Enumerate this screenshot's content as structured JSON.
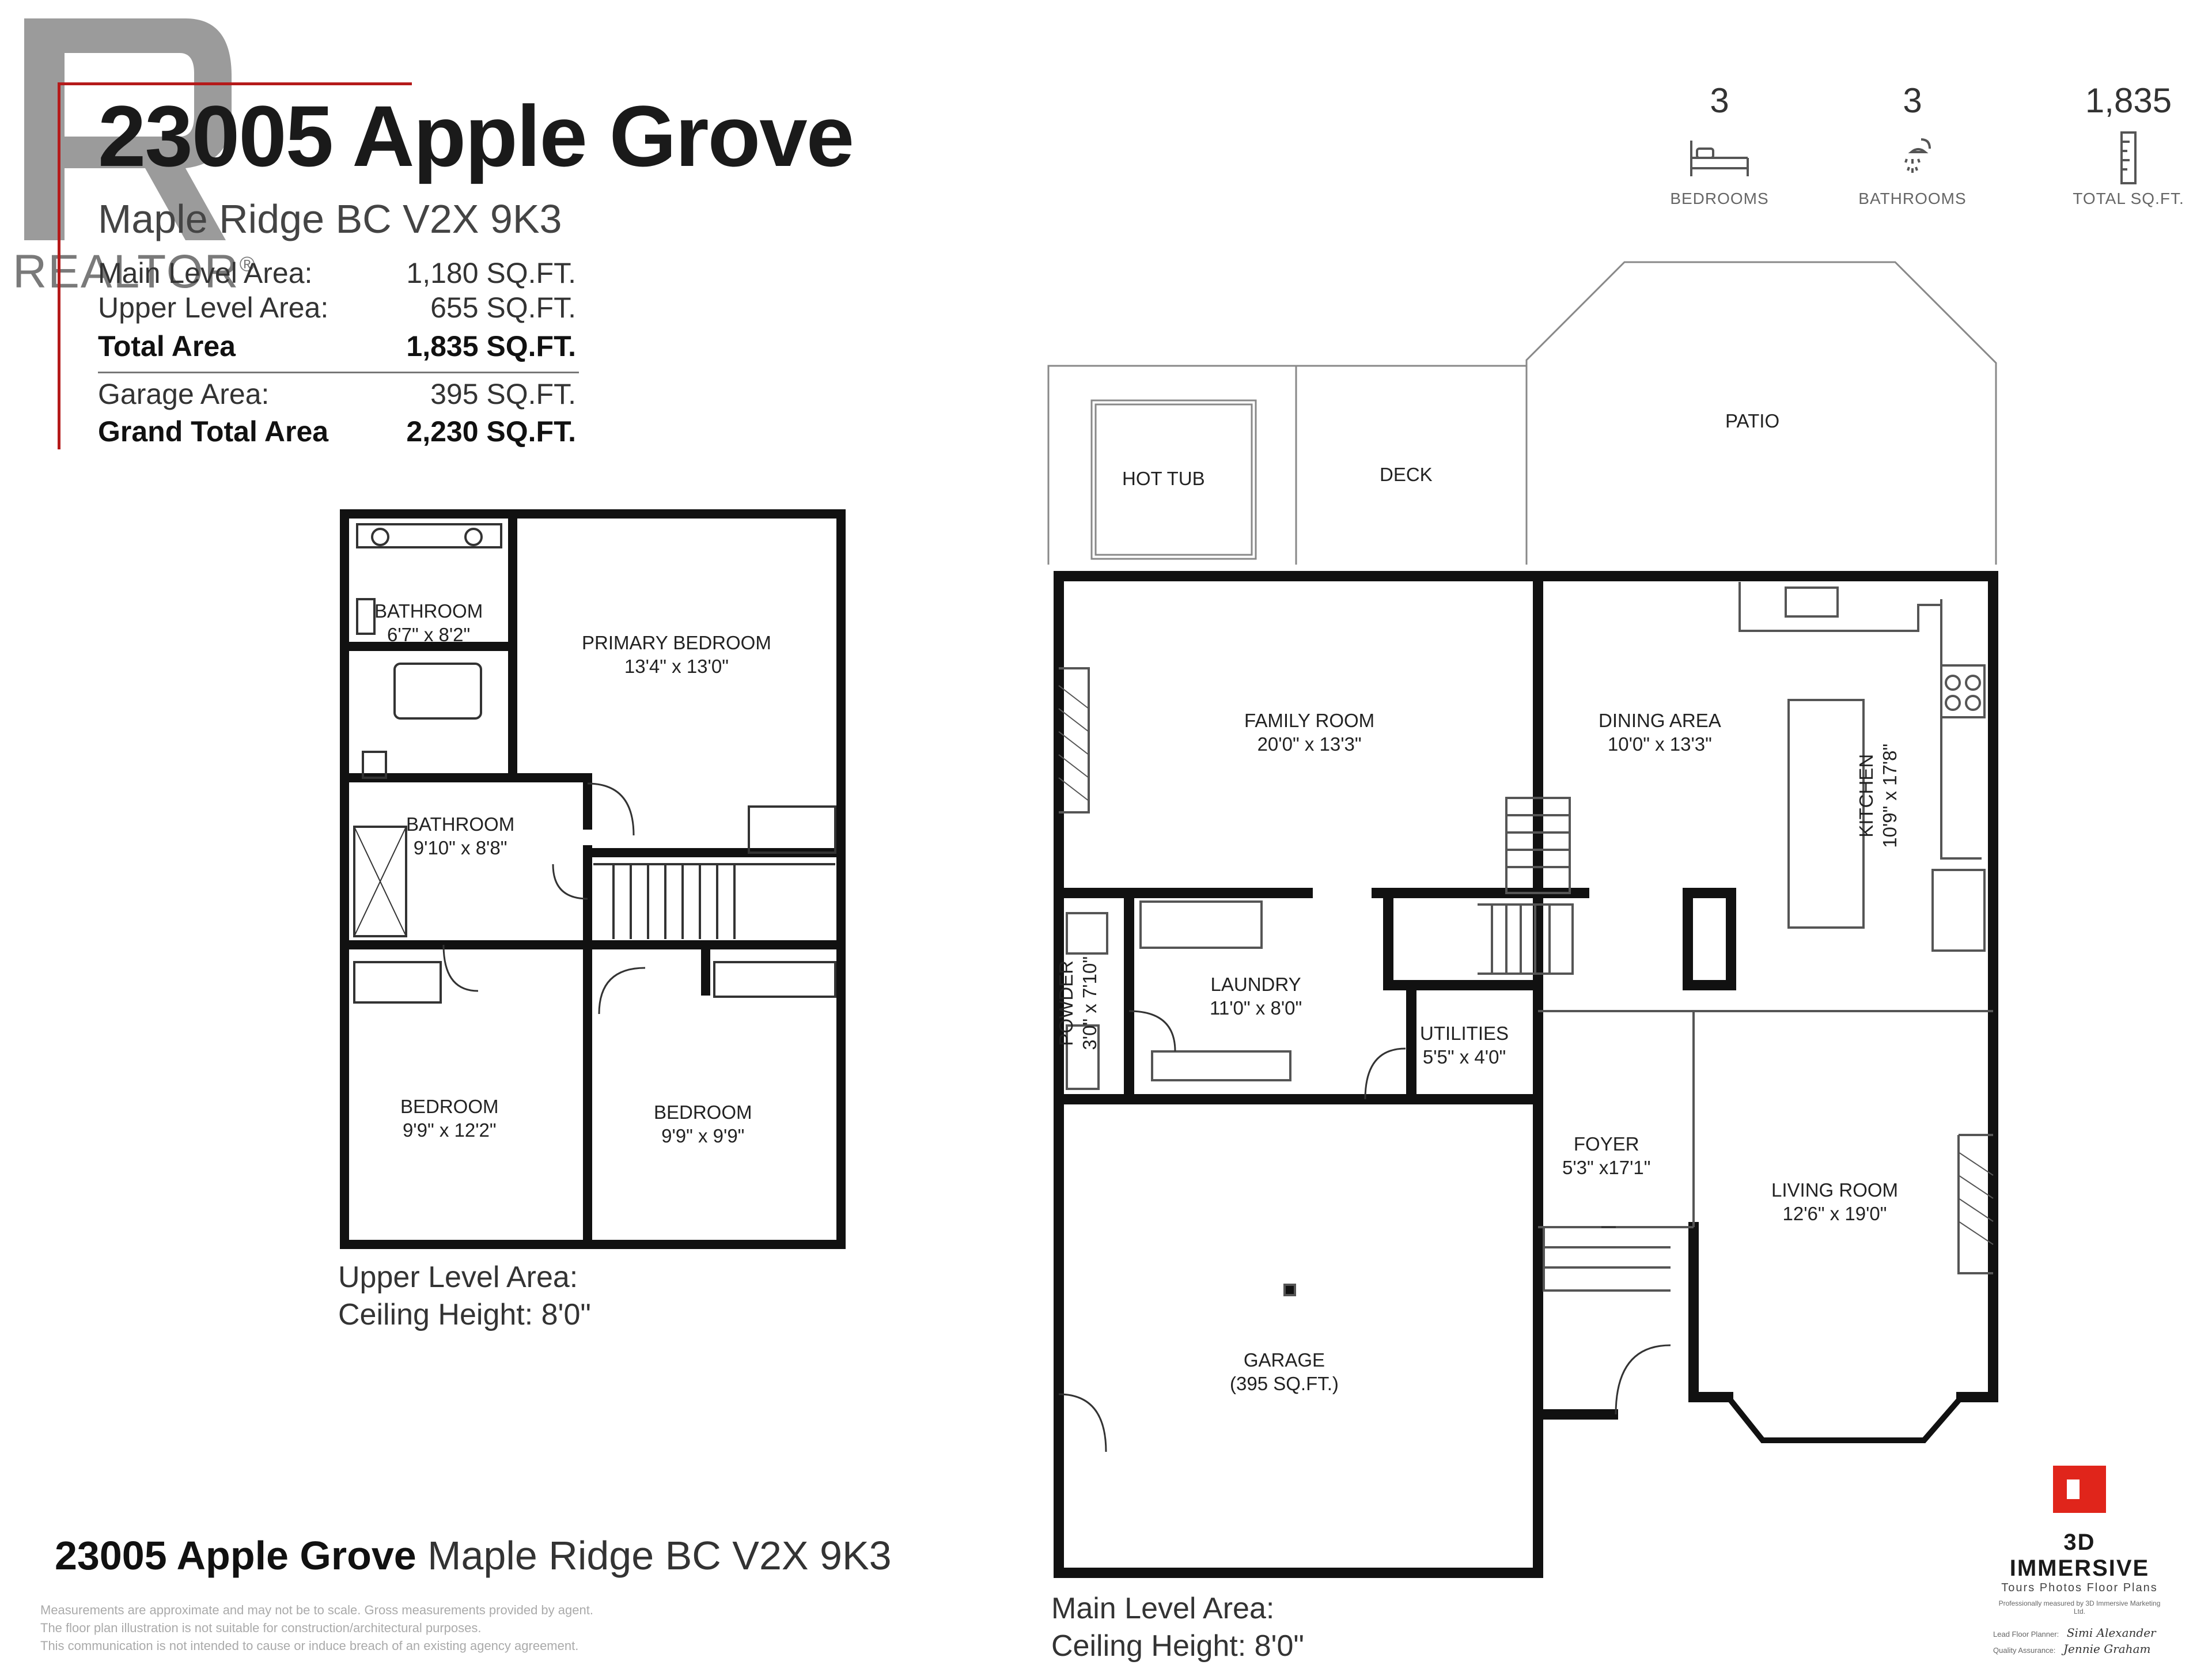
{
  "header": {
    "title": "23005 Apple Grove",
    "subtitle": "Maple Ridge BC V2X 9K3"
  },
  "areas": [
    {
      "label": "Main Level Area:",
      "value": "1,180 SQ.FT.",
      "bold": false
    },
    {
      "label": "Upper Level Area:",
      "value": "655 SQ.FT.",
      "bold": false
    },
    {
      "label": "Total Area",
      "value": "1,835 SQ.FT.",
      "bold": true
    },
    {
      "label": "Garage Area:",
      "value": "395 SQ.FT.",
      "bold": false
    },
    {
      "label": "Grand Total Area",
      "value": "2,230 SQ.FT.",
      "bold": true
    }
  ],
  "watermark": {
    "text": "REALTOR",
    "mark": "®"
  },
  "stats": [
    {
      "value": "3",
      "label": "BEDROOMS",
      "icon": "bed-icon"
    },
    {
      "value": "3",
      "label": "BATHROOMS",
      "icon": "shower-icon"
    },
    {
      "value": "1,835",
      "label": "TOTAL SQ.FT.",
      "icon": "ruler-icon"
    }
  ],
  "upper_rooms": {
    "bath1": {
      "name": "BATHROOM",
      "dim": "6'7\" x 8'2\""
    },
    "primary": {
      "name": "PRIMARY BEDROOM",
      "dim": "13'4\" x 13'0\""
    },
    "bath2": {
      "name": "BATHROOM",
      "dim": "9'10\" x 8'8\""
    },
    "bed1": {
      "name": "BEDROOM",
      "dim": "9'9\" x 12'2\""
    },
    "bed2": {
      "name": "BEDROOM",
      "dim": "9'9\" x 9'9\""
    }
  },
  "upper_caption": {
    "line1": "Upper Level Area:",
    "line2": "Ceiling Height: 8'0\""
  },
  "main_rooms": {
    "hottub": {
      "name": "HOT TUB"
    },
    "deck": {
      "name": "DECK"
    },
    "patio": {
      "name": "PATIO"
    },
    "family": {
      "name": "FAMILY ROOM",
      "dim": "20'0\" x 13'3\""
    },
    "dining": {
      "name": "DINING AREA",
      "dim": "10'0\" x 13'3\""
    },
    "kitchen": {
      "name": "KITCHEN",
      "dim": "10'9\" x 17'8\""
    },
    "powder": {
      "name": "POWDER",
      "dim": "3'0\" x 7'10\""
    },
    "laundry": {
      "name": "LAUNDRY",
      "dim": "11'0\" x 8'0\""
    },
    "utilities": {
      "name": "UTILITIES",
      "dim": "5'5\" x 4'0\""
    },
    "foyer": {
      "name": "FOYER",
      "dim": "5'3\" x17'1\""
    },
    "living": {
      "name": "LIVING ROOM",
      "dim": "12'6\" x 19'0\""
    },
    "garage": {
      "name": "GARAGE",
      "dim": "(395 SQ.FT.)"
    }
  },
  "main_caption": {
    "line1": "Main Level Area:",
    "line2": "Ceiling Height: 8'0\""
  },
  "footer": {
    "bold": "23005 Apple Grove",
    "rest": " Maple Ridge BC V2X 9K3"
  },
  "disclaimer": [
    "Measurements are approximate and may not be to scale. Gross measurements provided by agent.",
    "The floor plan illustration is not suitable for construction/architectural purposes.",
    "This communication is not intended to cause or induce breach of an existing agency agreement."
  ],
  "brand": {
    "name": "3D IMMERSIVE",
    "tagline": "Tours  Photos  Floor Plans",
    "credit": "Professionally measured by 3D Immersive Marketing Ltd.",
    "planner_label": "Lead Floor Planner:",
    "planner_sig": "Simi Alexander",
    "qa_label": "Quality Assurance:",
    "qa_sig": "Jennie Graham",
    "accent": "#e0251b"
  }
}
